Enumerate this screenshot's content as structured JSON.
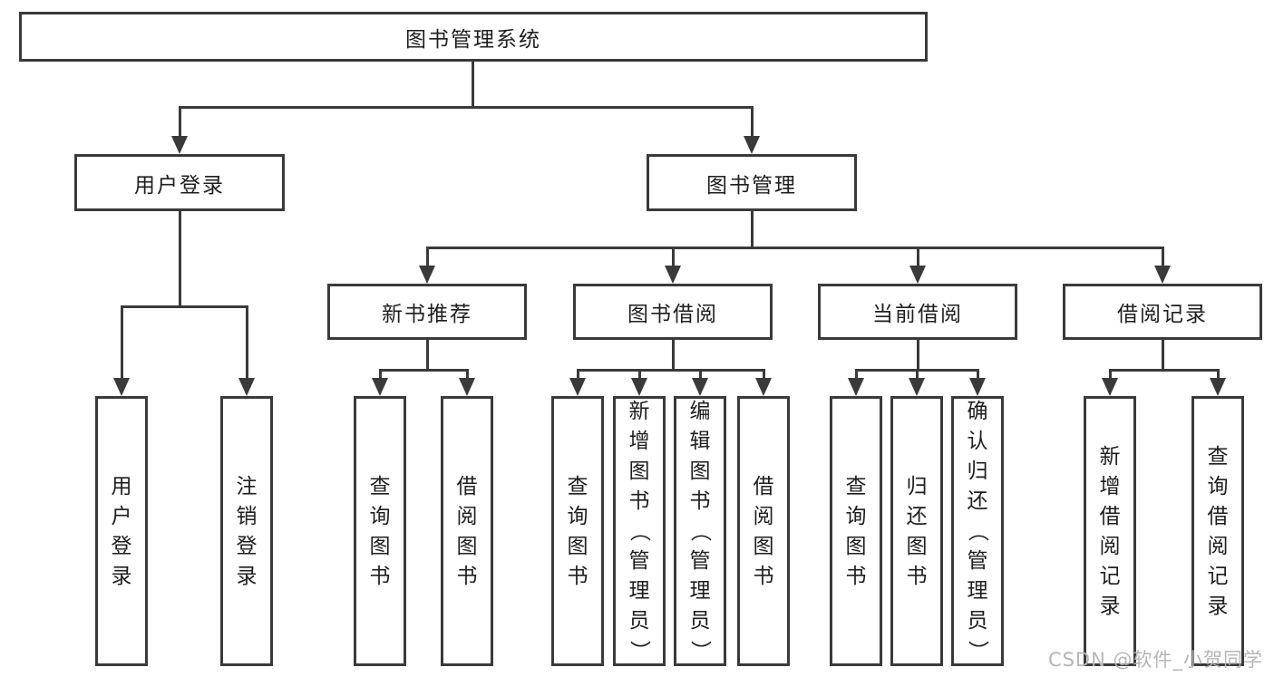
{
  "diagram": {
    "root": {
      "label": "图书管理系统"
    },
    "branches": [
      {
        "label": "用户登录",
        "children": [
          {
            "label": "用户登录"
          },
          {
            "label": "注销登录"
          }
        ]
      },
      {
        "label": "图书管理",
        "sections": [
          {
            "label": "新书推荐",
            "children": [
              {
                "label": "查询图书"
              },
              {
                "label": "借阅图书"
              }
            ]
          },
          {
            "label": "图书借阅",
            "children": [
              {
                "label": "查询图书"
              },
              {
                "label": "新增图书（管理员）"
              },
              {
                "label": "编辑图书（管理员）"
              },
              {
                "label": "借阅图书"
              }
            ]
          },
          {
            "label": "当前借阅",
            "children": [
              {
                "label": "查询图书"
              },
              {
                "label": "归还图书"
              },
              {
                "label": "确认归还（管理员）"
              }
            ]
          },
          {
            "label": "借阅记录",
            "children": [
              {
                "label": "新增借阅记录"
              },
              {
                "label": "查询借阅记录"
              }
            ]
          }
        ]
      }
    ]
  },
  "watermark": {
    "text": "CSDN @软件_小贺同学",
    "color": "#b6b6b6"
  },
  "colors": {
    "background": "#ffffff",
    "line": "#3a3a3a",
    "box_border": "#3a3a3a",
    "text": "#1e1e1e"
  }
}
